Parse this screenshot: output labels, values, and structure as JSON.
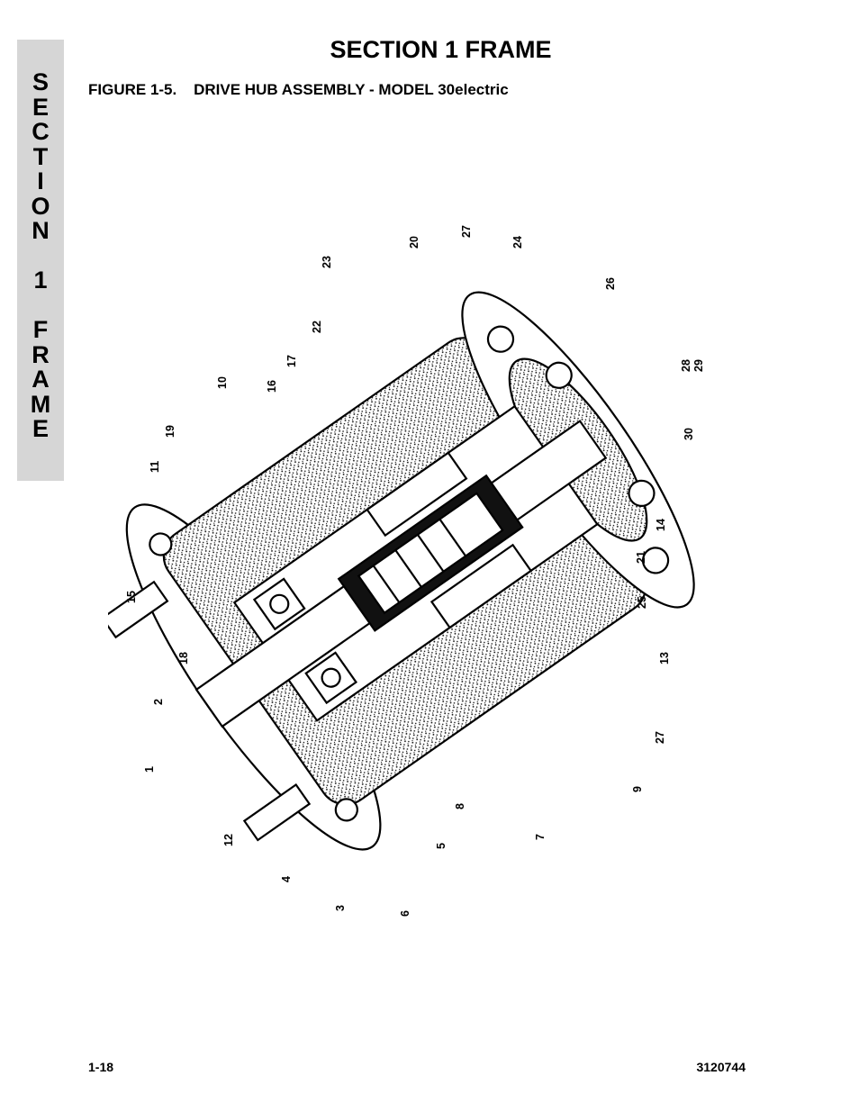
{
  "side_tab": {
    "letters": [
      "S",
      "E",
      "C",
      "T",
      "I",
      "O",
      "N",
      "",
      "1",
      "",
      "F",
      "R",
      "A",
      "M",
      "E"
    ]
  },
  "header": {
    "section_title": "SECTION 1  FRAME",
    "figure_title": "FIGURE 1-5.    DRIVE HUB ASSEMBLY - MODEL 30electric"
  },
  "callouts": [
    "1",
    "2",
    "3",
    "4",
    "5",
    "6",
    "7",
    "8",
    "9",
    "10",
    "11",
    "12",
    "13",
    "14",
    "15",
    "16",
    "17",
    "18",
    "19",
    "20",
    "21",
    "22",
    "23",
    "24",
    "25",
    "26",
    "27",
    "27",
    "28",
    "29",
    "30"
  ],
  "footer": {
    "page_number": "1-18",
    "doc_number": "3120744"
  }
}
